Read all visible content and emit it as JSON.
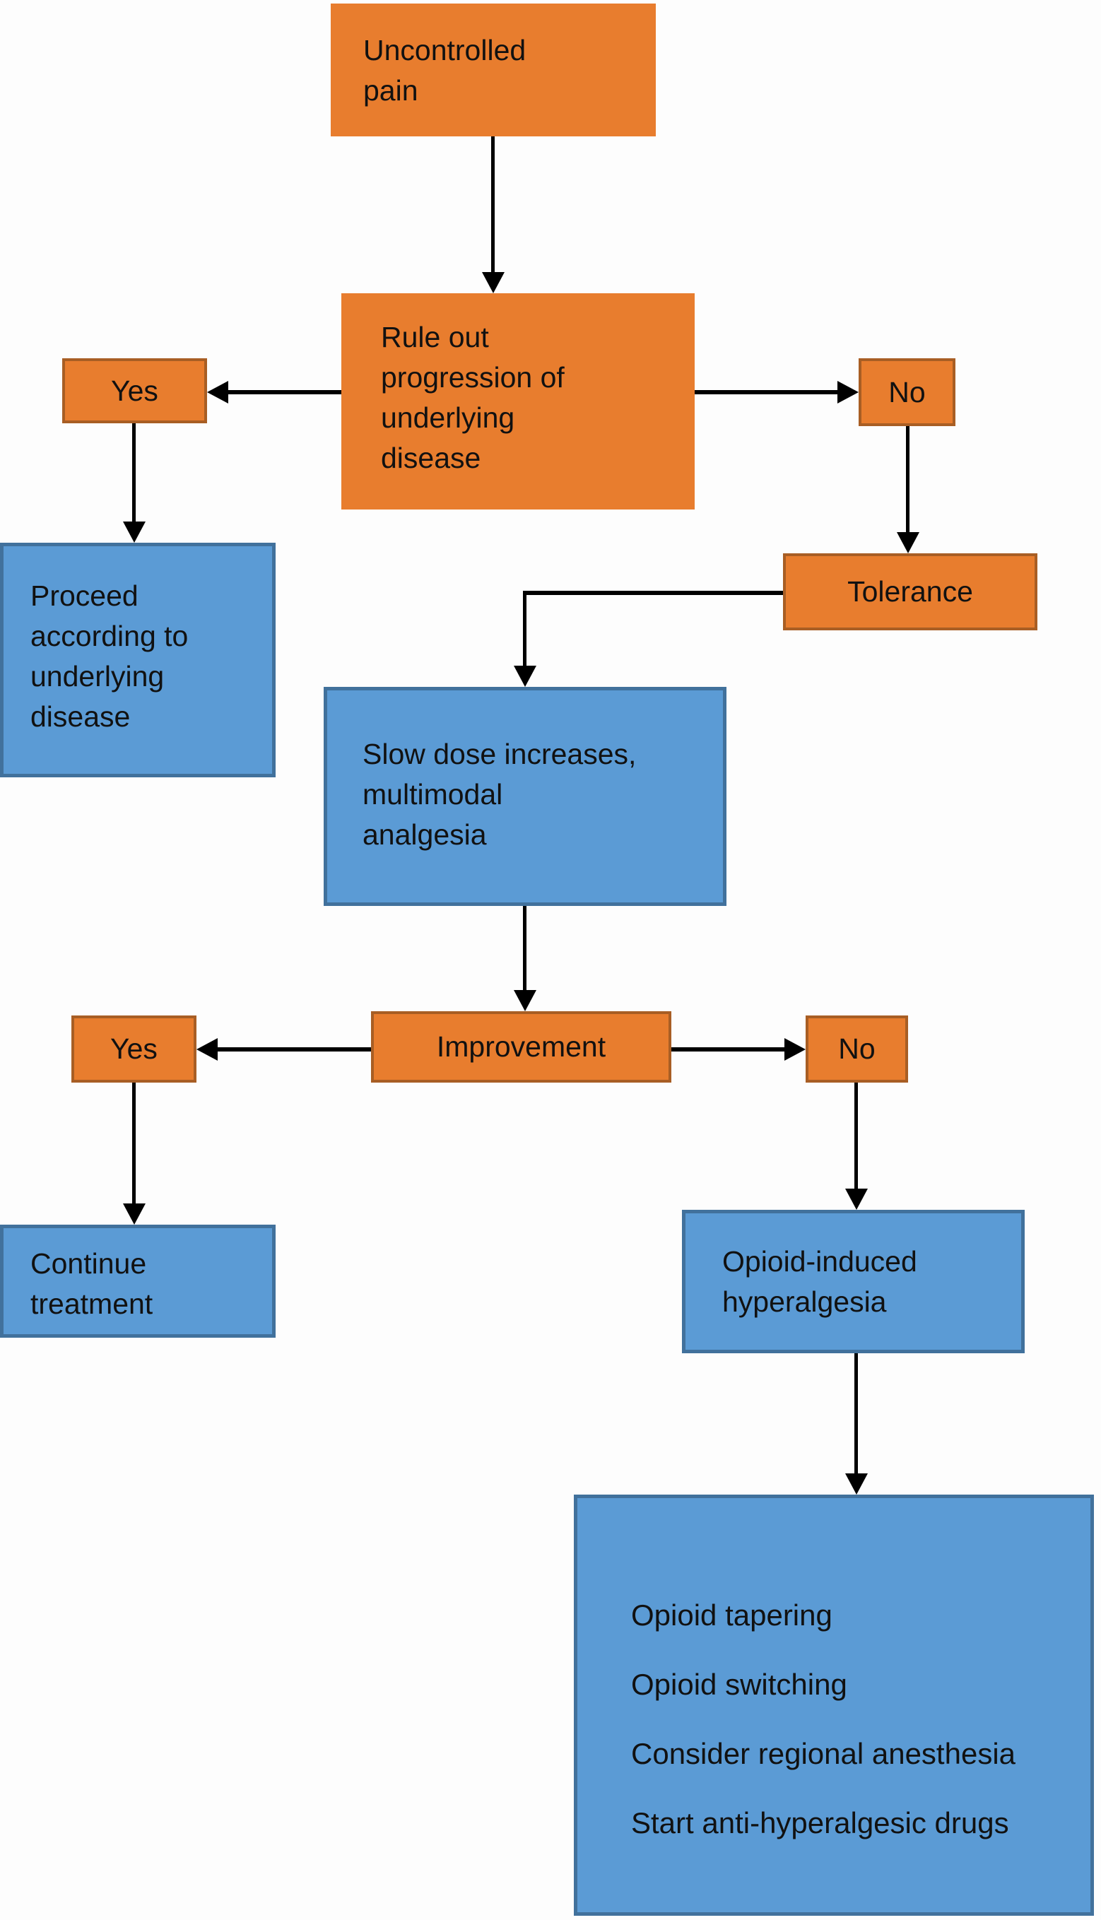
{
  "diagram": {
    "type": "flowchart",
    "background": "#fdfdfd",
    "colors": {
      "orange_fill": "#E87D2E",
      "orange_border": "#A85E24",
      "blue_fill": "#5B9BD5",
      "blue_border": "#41719C",
      "arrow": "#000000",
      "text": "#111111",
      "background": "#fdfdfd"
    },
    "nodes": {
      "uncontrolled_pain": {
        "lines": [
          "Uncontrolled",
          "pain"
        ]
      },
      "rule_out": {
        "lines": [
          "Rule out",
          "progression of",
          "underlying",
          "disease"
        ]
      },
      "yes1": {
        "label": "Yes"
      },
      "no1": {
        "label": "No"
      },
      "proceed": {
        "lines": [
          "Proceed",
          "according to",
          "underlying",
          "disease"
        ]
      },
      "tolerance": {
        "label": "Tolerance"
      },
      "slow_dose": {
        "lines": [
          "Slow dose increases,",
          "multimodal",
          "analgesia"
        ]
      },
      "improvement": {
        "label": "Improvement"
      },
      "yes2": {
        "label": "Yes"
      },
      "no2": {
        "label": "No"
      },
      "continue_treatment": {
        "lines": [
          "Continue",
          "treatment"
        ]
      },
      "hyperalgesia": {
        "lines": [
          "Opioid-induced",
          "hyperalgesia"
        ]
      },
      "interventions": {
        "lines": [
          "Opioid tapering",
          "Opioid switching",
          "Consider regional anesthesia",
          "Start anti-hyperalgesic drugs"
        ]
      }
    }
  }
}
